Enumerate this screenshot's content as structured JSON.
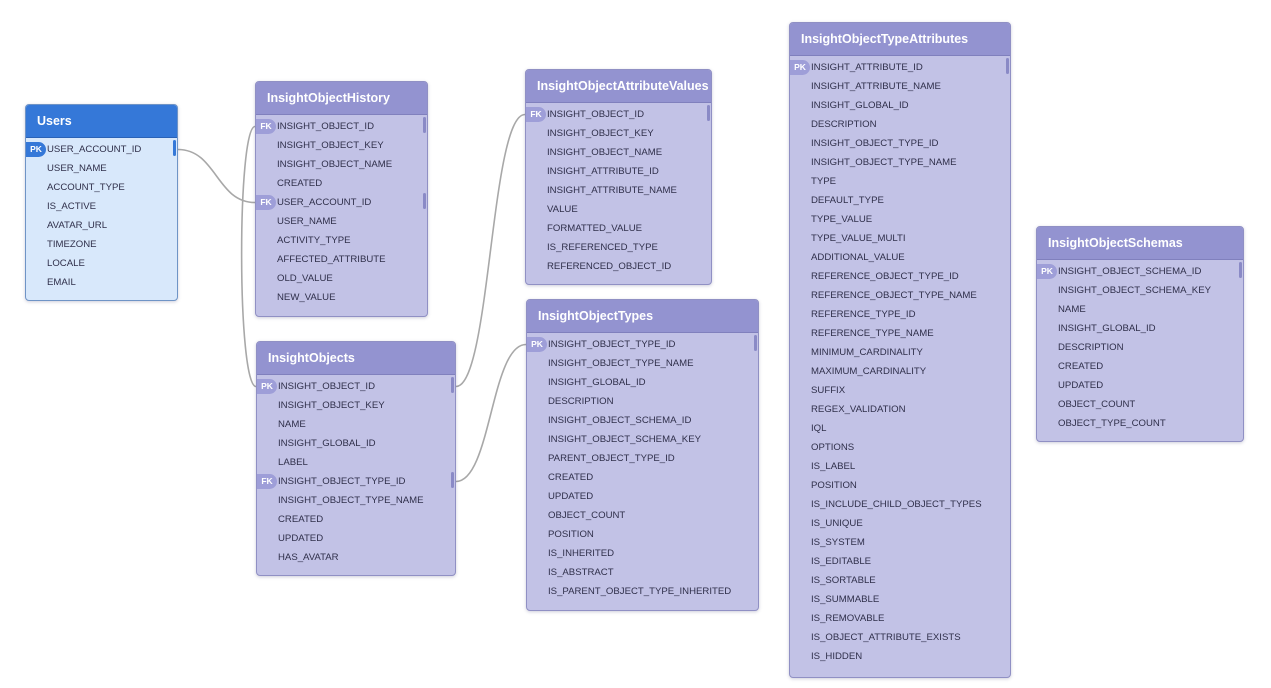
{
  "tables": {
    "users": {
      "title": "Users",
      "columns": [
        {
          "name": "USER_ACCOUNT_ID",
          "key": "PK"
        },
        {
          "name": "USER_NAME",
          "key": ""
        },
        {
          "name": "ACCOUNT_TYPE",
          "key": ""
        },
        {
          "name": "IS_ACTIVE",
          "key": ""
        },
        {
          "name": "AVATAR_URL",
          "key": ""
        },
        {
          "name": "TIMEZONE",
          "key": ""
        },
        {
          "name": "LOCALE",
          "key": ""
        },
        {
          "name": "EMAIL",
          "key": ""
        }
      ]
    },
    "history": {
      "title": "InsightObjectHistory",
      "columns": [
        {
          "name": "INSIGHT_OBJECT_ID",
          "key": "FK"
        },
        {
          "name": "INSIGHT_OBJECT_KEY",
          "key": ""
        },
        {
          "name": "INSIGHT_OBJECT_NAME",
          "key": ""
        },
        {
          "name": "CREATED",
          "key": ""
        },
        {
          "name": "USER_ACCOUNT_ID",
          "key": "FK"
        },
        {
          "name": "USER_NAME",
          "key": ""
        },
        {
          "name": "ACTIVITY_TYPE",
          "key": ""
        },
        {
          "name": "AFFECTED_ATTRIBUTE",
          "key": ""
        },
        {
          "name": "OLD_VALUE",
          "key": ""
        },
        {
          "name": "NEW_VALUE",
          "key": ""
        }
      ]
    },
    "objects": {
      "title": "InsightObjects",
      "columns": [
        {
          "name": "INSIGHT_OBJECT_ID",
          "key": "PK"
        },
        {
          "name": "INSIGHT_OBJECT_KEY",
          "key": ""
        },
        {
          "name": "NAME",
          "key": ""
        },
        {
          "name": "INSIGHT_GLOBAL_ID",
          "key": ""
        },
        {
          "name": "LABEL",
          "key": ""
        },
        {
          "name": "INSIGHT_OBJECT_TYPE_ID",
          "key": "FK"
        },
        {
          "name": "INSIGHT_OBJECT_TYPE_NAME",
          "key": ""
        },
        {
          "name": "CREATED",
          "key": ""
        },
        {
          "name": "UPDATED",
          "key": ""
        },
        {
          "name": "HAS_AVATAR",
          "key": ""
        }
      ]
    },
    "attrvalues": {
      "title": "InsightObjectAttributeValues",
      "columns": [
        {
          "name": "INSIGHT_OBJECT_ID",
          "key": "FK"
        },
        {
          "name": "INSIGHT_OBJECT_KEY",
          "key": ""
        },
        {
          "name": "INSIGHT_OBJECT_NAME",
          "key": ""
        },
        {
          "name": "INSIGHT_ATTRIBUTE_ID",
          "key": ""
        },
        {
          "name": "INSIGHT_ATTRIBUTE_NAME",
          "key": ""
        },
        {
          "name": "VALUE",
          "key": ""
        },
        {
          "name": "FORMATTED_VALUE",
          "key": ""
        },
        {
          "name": "IS_REFERENCED_TYPE",
          "key": ""
        },
        {
          "name": "REFERENCED_OBJECT_ID",
          "key": ""
        }
      ]
    },
    "types": {
      "title": "InsightObjectTypes",
      "columns": [
        {
          "name": "INSIGHT_OBJECT_TYPE_ID",
          "key": "PK"
        },
        {
          "name": "INSIGHT_OBJECT_TYPE_NAME",
          "key": ""
        },
        {
          "name": "INSIGHT_GLOBAL_ID",
          "key": ""
        },
        {
          "name": "DESCRIPTION",
          "key": ""
        },
        {
          "name": "INSIGHT_OBJECT_SCHEMA_ID",
          "key": ""
        },
        {
          "name": "INSIGHT_OBJECT_SCHEMA_KEY",
          "key": ""
        },
        {
          "name": "PARENT_OBJECT_TYPE_ID",
          "key": ""
        },
        {
          "name": "CREATED",
          "key": ""
        },
        {
          "name": "UPDATED",
          "key": ""
        },
        {
          "name": "OBJECT_COUNT",
          "key": ""
        },
        {
          "name": "POSITION",
          "key": ""
        },
        {
          "name": "IS_INHERITED",
          "key": ""
        },
        {
          "name": "IS_ABSTRACT",
          "key": ""
        },
        {
          "name": "IS_PARENT_OBJECT_TYPE_INHERITED",
          "key": ""
        }
      ]
    },
    "typeattrs": {
      "title": "InsightObjectTypeAttributes",
      "columns": [
        {
          "name": "INSIGHT_ATTRIBUTE_ID",
          "key": "PK"
        },
        {
          "name": "INSIGHT_ATTRIBUTE_NAME",
          "key": ""
        },
        {
          "name": "INSIGHT_GLOBAL_ID",
          "key": ""
        },
        {
          "name": "DESCRIPTION",
          "key": ""
        },
        {
          "name": "INSIGHT_OBJECT_TYPE_ID",
          "key": ""
        },
        {
          "name": "INSIGHT_OBJECT_TYPE_NAME",
          "key": ""
        },
        {
          "name": "TYPE",
          "key": ""
        },
        {
          "name": "DEFAULT_TYPE",
          "key": ""
        },
        {
          "name": "TYPE_VALUE",
          "key": ""
        },
        {
          "name": "TYPE_VALUE_MULTI",
          "key": ""
        },
        {
          "name": "ADDITIONAL_VALUE",
          "key": ""
        },
        {
          "name": "REFERENCE_OBJECT_TYPE_ID",
          "key": ""
        },
        {
          "name": "REFERENCE_OBJECT_TYPE_NAME",
          "key": ""
        },
        {
          "name": "REFERENCE_TYPE_ID",
          "key": ""
        },
        {
          "name": "REFERENCE_TYPE_NAME",
          "key": ""
        },
        {
          "name": "MINIMUM_CARDINALITY",
          "key": ""
        },
        {
          "name": "MAXIMUM_CARDINALITY",
          "key": ""
        },
        {
          "name": "SUFFIX",
          "key": ""
        },
        {
          "name": "REGEX_VALIDATION",
          "key": ""
        },
        {
          "name": "IQL",
          "key": ""
        },
        {
          "name": "OPTIONS",
          "key": ""
        },
        {
          "name": "IS_LABEL",
          "key": ""
        },
        {
          "name": "POSITION",
          "key": ""
        },
        {
          "name": "IS_INCLUDE_CHILD_OBJECT_TYPES",
          "key": ""
        },
        {
          "name": "IS_UNIQUE",
          "key": ""
        },
        {
          "name": "IS_SYSTEM",
          "key": ""
        },
        {
          "name": "IS_EDITABLE",
          "key": ""
        },
        {
          "name": "IS_SORTABLE",
          "key": ""
        },
        {
          "name": "IS_SUMMABLE",
          "key": ""
        },
        {
          "name": "IS_REMOVABLE",
          "key": ""
        },
        {
          "name": "IS_OBJECT_ATTRIBUTE_EXISTS",
          "key": ""
        },
        {
          "name": "IS_HIDDEN",
          "key": ""
        }
      ]
    },
    "schemas": {
      "title": "InsightObjectSchemas",
      "columns": [
        {
          "name": "INSIGHT_OBJECT_SCHEMA_ID",
          "key": "PK"
        },
        {
          "name": "INSIGHT_OBJECT_SCHEMA_KEY",
          "key": ""
        },
        {
          "name": "NAME",
          "key": ""
        },
        {
          "name": "INSIGHT_GLOBAL_ID",
          "key": ""
        },
        {
          "name": "DESCRIPTION",
          "key": ""
        },
        {
          "name": "CREATED",
          "key": ""
        },
        {
          "name": "UPDATED",
          "key": ""
        },
        {
          "name": "OBJECT_COUNT",
          "key": ""
        },
        {
          "name": "OBJECT_TYPE_COUNT",
          "key": ""
        }
      ]
    }
  },
  "relationships": [
    {
      "from": "users.USER_ACCOUNT_ID",
      "to": "history.USER_ACCOUNT_ID"
    },
    {
      "from": "objects.INSIGHT_OBJECT_ID",
      "to": "history.INSIGHT_OBJECT_ID"
    },
    {
      "from": "objects.INSIGHT_OBJECT_ID",
      "to": "attrvalues.INSIGHT_OBJECT_ID"
    },
    {
      "from": "objects.INSIGHT_OBJECT_TYPE_ID",
      "to": "types.INSIGHT_OBJECT_TYPE_ID"
    }
  ],
  "colors": {
    "entity_body": "#c2c2e6",
    "entity_header": "#9393d0",
    "users_body": "#d8e8fb",
    "users_header": "#3578d8",
    "connector": "#a8a8a8"
  }
}
